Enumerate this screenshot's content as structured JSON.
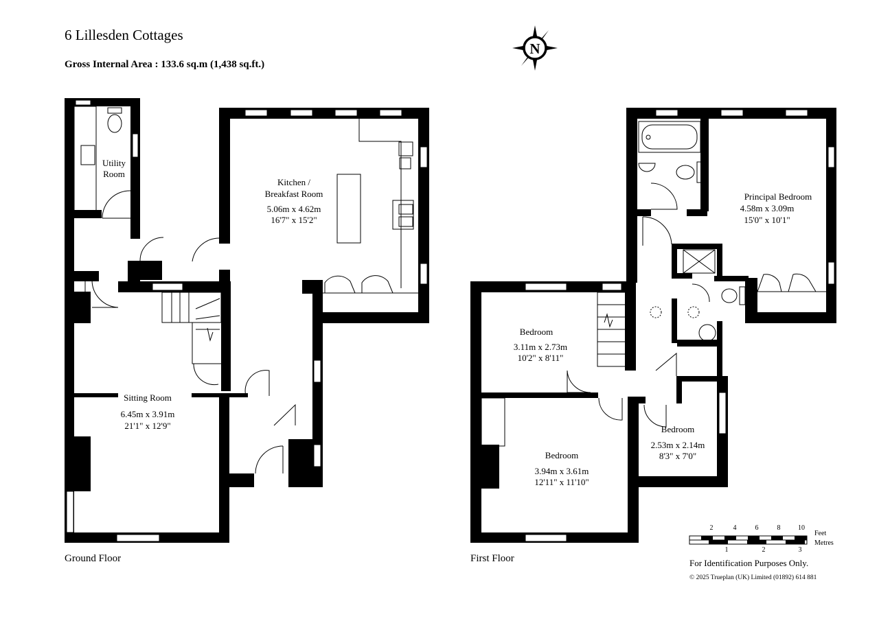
{
  "property_title": "6 Lillesden Cottages",
  "area_line": "Gross Internal Area  :  133.6 sq.m   (1,438 sq.ft.)",
  "compass_letter": "N",
  "ground_floor": {
    "label": "Ground Floor",
    "utility": {
      "name_line1": "Utility",
      "name_line2": "Room"
    },
    "kitchen": {
      "name_line1": "Kitchen /",
      "name_line2": "Breakfast Room",
      "metric": "5.06m  x  4.62m",
      "imperial": "16'7\"  x  15'2\""
    },
    "sitting": {
      "name": "Sitting Room",
      "metric": "6.45m  x  3.91m",
      "imperial": "21'1\"  x  12'9\""
    }
  },
  "first_floor": {
    "label": "First Floor",
    "principal": {
      "name": "Principal Bedroom",
      "metric": "4.58m  x  3.09m",
      "imperial": "15'0\"  x  10'1\""
    },
    "bedroom_a": {
      "name": "Bedroom",
      "metric": "3.11m  x  2.73m",
      "imperial": "10'2\"  x  8'11\""
    },
    "bedroom_b": {
      "name": "Bedroom",
      "metric": "3.94m  x  3.61m",
      "imperial": "12'11\"  x  11'10\""
    },
    "bedroom_c": {
      "name": "Bedroom",
      "metric": "2.53m  x  2.14m",
      "imperial": "8'3\"  x  7'0\""
    }
  },
  "scale": {
    "feet_ticks": [
      "2",
      "4",
      "6",
      "8",
      "10"
    ],
    "feet_label": "Feet",
    "metre_ticks": [
      "1",
      "2",
      "3"
    ],
    "metres_label": "Metres"
  },
  "disclaimer": "For  Identification  Purposes  Only.",
  "copyright": "© 2025 Trueplan (UK) Limited  (01892) 614 881",
  "colors": {
    "wall": "#000000",
    "background": "#ffffff",
    "fixture": "#555555"
  }
}
